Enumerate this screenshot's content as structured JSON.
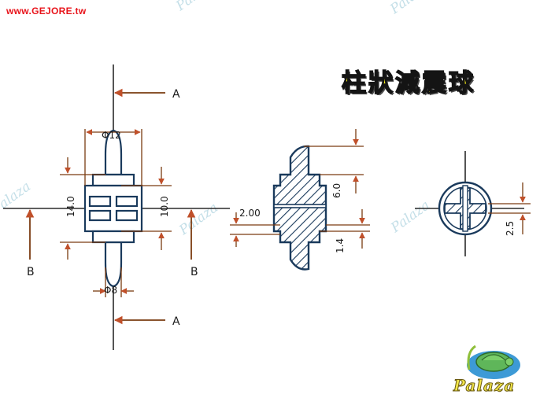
{
  "site_url": "www.GEJORE.tw",
  "title": "柱狀減震球",
  "watermark": "Palaza",
  "logo_text": "Palaza",
  "colors": {
    "outline": "#1a3a5c",
    "hatch": "#1a3a5c",
    "dimension": "#7a3b10",
    "url": "#e8141b",
    "title_fill": "#f6ee1a"
  },
  "labels": {
    "section_a_top": "A",
    "section_a_bottom": "A",
    "section_b_left": "B",
    "section_b_right": "B"
  },
  "dimensions": {
    "top_diameter": "Φ12",
    "bottom_diameter": "Φ8",
    "left_height": "14.0",
    "right_height": "10.0",
    "mid_top": "6.0",
    "mid_left": "2.00",
    "mid_bottom": "1.4",
    "right_small": "2.5"
  }
}
